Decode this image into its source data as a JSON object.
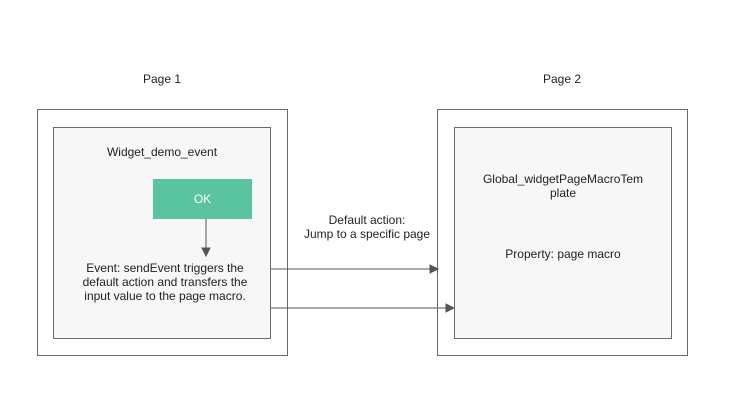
{
  "page1": {
    "title": "Page 1",
    "widget_name": "Widget_demo_event",
    "ok_button_label": "OK",
    "event_text": "Event: sendEvent triggers the\ndefault action and transfers the\ninput value to the page macro."
  },
  "connector": {
    "label": "Default action:\nJump to a specific page"
  },
  "page2": {
    "title": "Page 2",
    "template_name": "Global_widgetPageMacroTem\nplate",
    "property_text": "Property: page macro"
  },
  "colors": {
    "button": "#5ac4a0",
    "border": "#6b6b6b",
    "inner_fill": "#f7f7f7"
  }
}
